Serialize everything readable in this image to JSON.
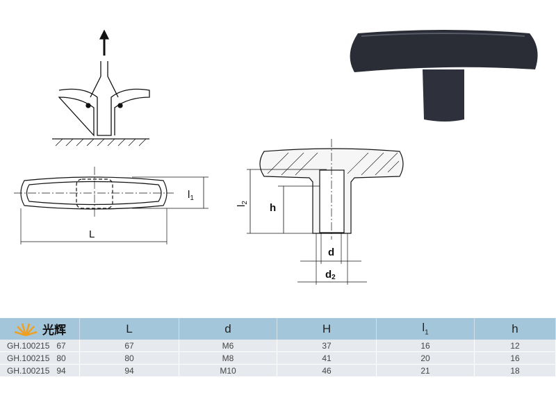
{
  "drawing_labels": {
    "L": "L",
    "l1": "l",
    "l1_sub": "1",
    "l2": "l",
    "l2_sub": "2",
    "h": "h",
    "d": "d",
    "d2": "d",
    "d2_sub": "2"
  },
  "table": {
    "logo_text": "光辉",
    "headers": [
      "L",
      "d",
      "H",
      "l",
      "h"
    ],
    "header_l_sub": "1",
    "rows": [
      {
        "model": "GH.100215   67",
        "L": "67",
        "d": "M6",
        "H": "37",
        "l1": "16",
        "h": "12"
      },
      {
        "model": "GH.100215   80",
        "L": "80",
        "d": "M8",
        "H": "41",
        "l1": "20",
        "h": "16"
      },
      {
        "model": "GH.100215   94",
        "L": "94",
        "d": "M10",
        "H": "46",
        "l1": "21",
        "h": "18"
      }
    ]
  },
  "colors": {
    "header": "#a3c6da",
    "row": "#e6e9ee",
    "logo": "#f0a020",
    "knob": "#2a2d36"
  }
}
